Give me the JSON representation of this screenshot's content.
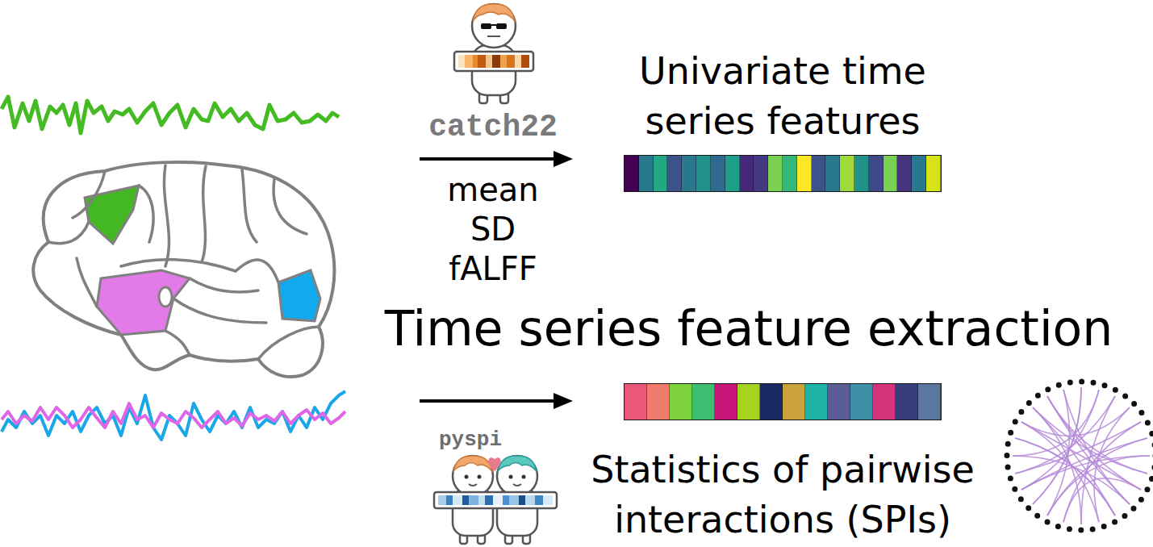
{
  "diagram": {
    "title": "Time series feature extraction",
    "nodes": [
      {
        "text": [
          "Univariate time series features"
        ]
      },
      {
        "text": [
          "Statistics of pairwise interactions (SPIs)"
        ]
      }
    ],
    "labels": [
      "catch22",
      "mean",
      "SD",
      "fALFF",
      "pyspi"
    ]
  }
}
